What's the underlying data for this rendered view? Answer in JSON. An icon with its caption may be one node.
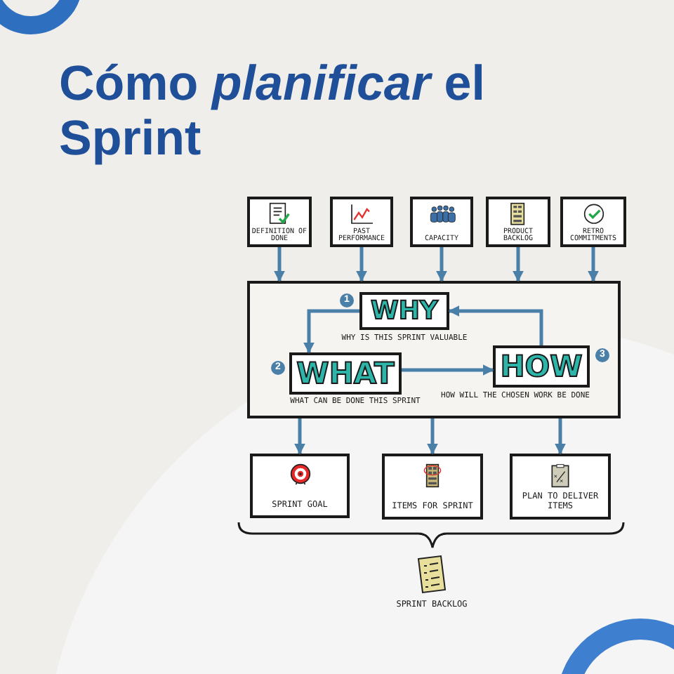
{
  "diagram": {
    "title": "Cómo *planificar* el Sprint",
    "nodes": [
      {
        "text": [
          "DEFINITION OF DONE"
        ]
      },
      {
        "text": [
          "PAST PERFORMANCE"
        ]
      },
      {
        "text": [
          "CAPACITY"
        ]
      },
      {
        "text": [
          "PRODUCT BACKLOG"
        ]
      },
      {
        "text": [
          "RETRO COMMITMENTS"
        ]
      },
      {
        "text": [],
        "shape": "box"
      },
      {
        "text": [
          "WHY"
        ],
        "in": 5,
        "beside": [
          "1",
          "WHY IS THIS SPRINT VALUABLE"
        ]
      },
      {
        "text": [
          "WHAT"
        ],
        "in": 5,
        "beside": [
          "2",
          "WHAT CAN BE DONE THIS SPRINT"
        ]
      },
      {
        "text": [
          "HOW"
        ],
        "in": 5,
        "beside": [
          "3",
          "HOW WILL THE CHOSEN WORK BE DONE"
        ]
      },
      {
        "text": [
          "SPRINT GOAL"
        ]
      },
      {
        "text": [
          "ITEMS FOR SPRINT"
        ]
      },
      {
        "text": [
          "PLAN TO DELIVER ITEMS"
        ]
      }
    ],
    "edges": [
      {
        "from": 0,
        "to": 5,
        "arrow": "to"
      },
      {
        "from": 1,
        "to": 5,
        "arrow": "to"
      },
      {
        "from": 2,
        "to": 5,
        "arrow": "to"
      },
      {
        "from": 3,
        "to": 5,
        "arrow": "to"
      },
      {
        "from": 4,
        "to": 5,
        "arrow": "to"
      },
      {
        "from": 6,
        "to": 7,
        "arrow": "to"
      },
      {
        "from": 7,
        "to": 8,
        "arrow": "to"
      },
      {
        "from": 8,
        "to": 6,
        "arrow": "to"
      },
      {
        "from": 5,
        "to": 9,
        "arrow": "to"
      },
      {
        "from": 5,
        "to": 10,
        "arrow": "to"
      },
      {
        "from": 5,
        "to": 11,
        "arrow": "to"
      }
    ],
    "labels": [
      "SPRINT BACKLOG"
    ]
  }
}
